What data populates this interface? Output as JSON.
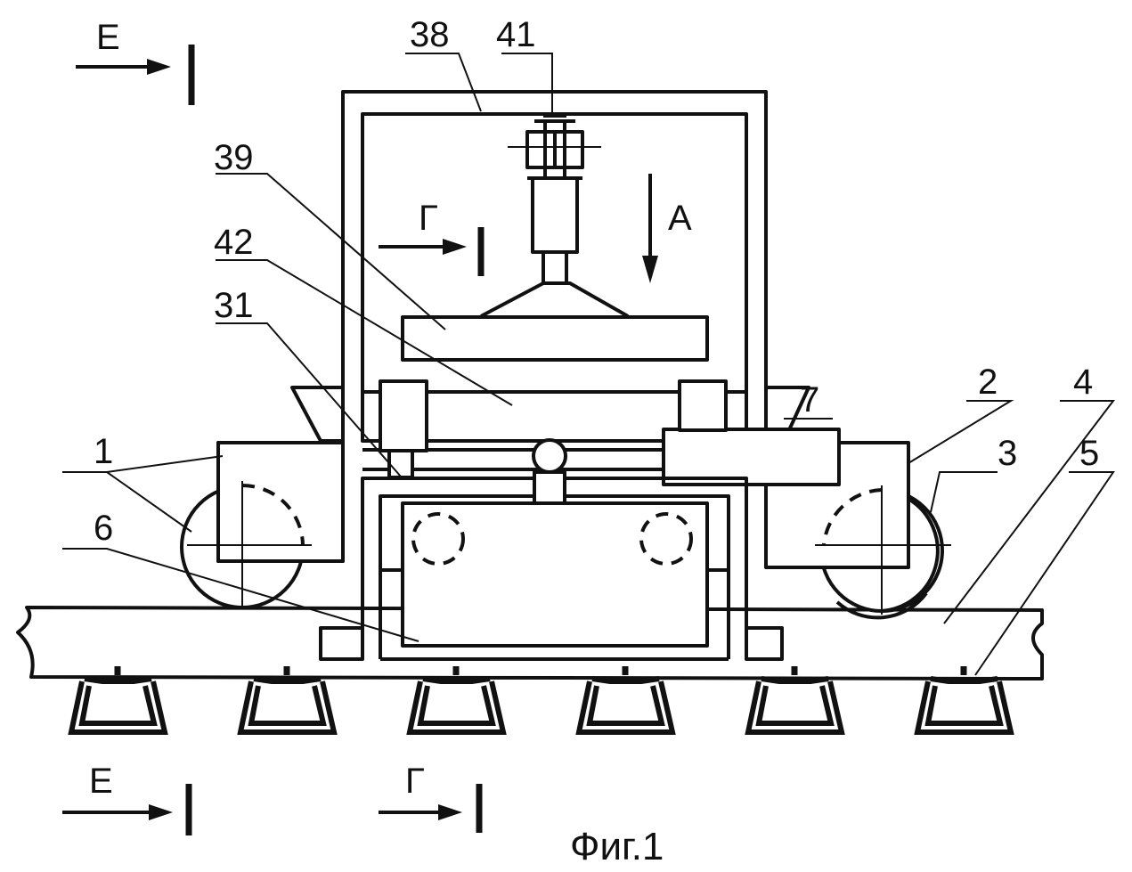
{
  "caption": "Фиг.1",
  "labels": {
    "n38": "38",
    "n41": "41",
    "n39": "39",
    "n42": "42",
    "n31": "31",
    "n1": "1",
    "n6": "6",
    "n7": "7",
    "n2": "2",
    "n3": "3",
    "n4": "4",
    "n5": "5",
    "section_e_top": "Е",
    "section_e_bottom": "Е",
    "section_g_mid": "Г",
    "section_g_bottom": "Г",
    "direction_a": "А"
  }
}
